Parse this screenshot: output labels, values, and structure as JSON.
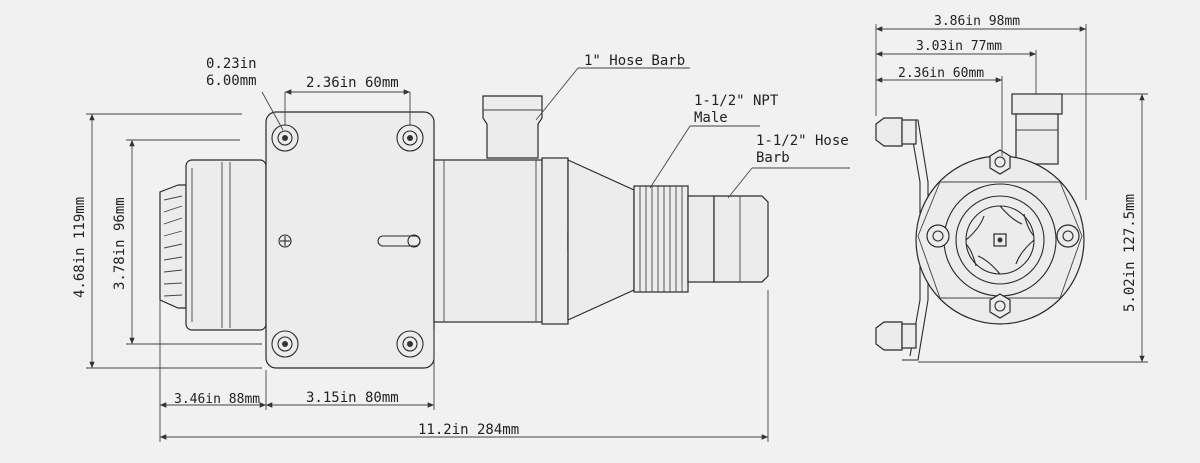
{
  "diagram": {
    "labels": {
      "bolt_dia": "0.23in",
      "bolt_dia_mm": "6.00mm",
      "bolt_spacing": "2.36in 60mm",
      "hose_barb_1": "1\" Hose Barb",
      "npt_male_1": "1-1/2\" NPT",
      "npt_male_2": "Male",
      "hose_barb_15_1": "1-1/2\" Hose",
      "hose_barb_15_2": "Barb",
      "height_total": "4.68in 119mm",
      "height_body": "3.78in 96mm",
      "len_motor": "3.46in 88mm",
      "len_flange": "3.15in 80mm",
      "len_total": "11.2in 284mm",
      "end_w1": "3.86in 98mm",
      "end_w2": "3.03in 77mm",
      "end_w3": "2.36in 60mm",
      "end_h": "5.02in 127.5mm"
    }
  }
}
